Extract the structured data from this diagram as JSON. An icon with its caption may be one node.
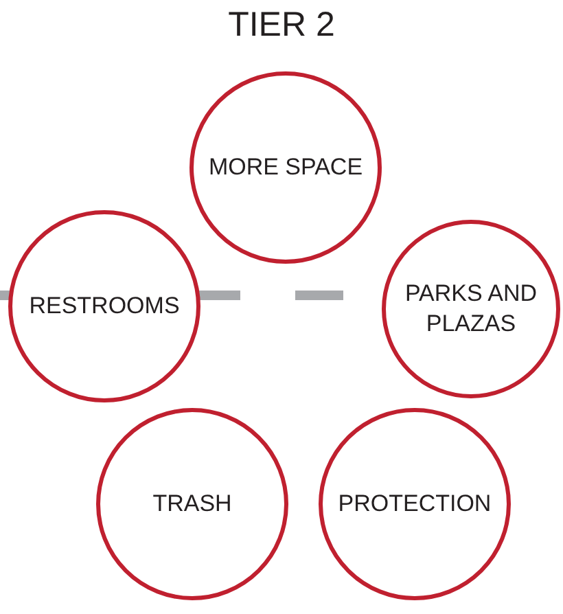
{
  "diagram": {
    "title": "TIER 2",
    "nodes": [
      {
        "text": [
          "MORE SPACE"
        ]
      },
      {
        "text": [
          "RESTROOMS"
        ]
      },
      {
        "text": [
          "PARKS AND PLAZAS"
        ]
      },
      {
        "text": [
          "TRASH"
        ]
      },
      {
        "text": [
          "PROTECTION"
        ]
      }
    ],
    "edges": []
  }
}
